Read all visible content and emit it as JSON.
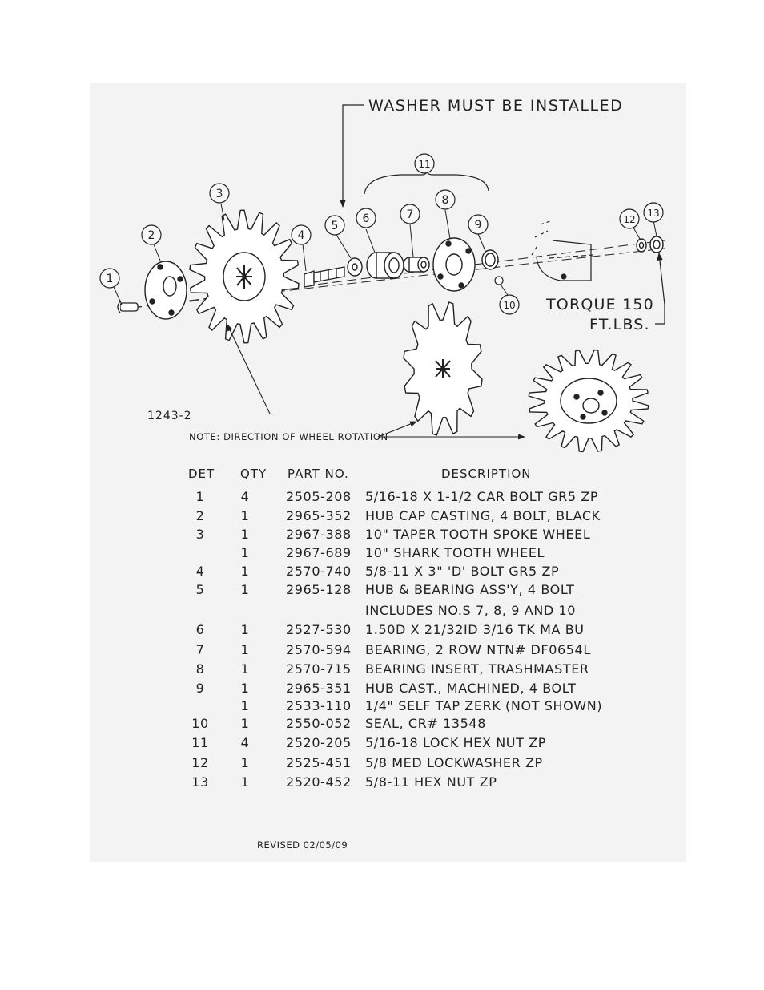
{
  "drawing": {
    "washer_note": "WASHER MUST BE INSTALLED",
    "torque_line1": "TORQUE 150",
    "torque_line2": "FT.LBS.",
    "drawing_number": "1243-2",
    "rotation_note": "NOTE: DIRECTION OF WHEEL ROTATION",
    "callouts": [
      "1",
      "2",
      "3",
      "4",
      "5",
      "6",
      "7",
      "8",
      "9",
      "10",
      "11",
      "12",
      "13"
    ]
  },
  "table": {
    "headers": {
      "det": "DET",
      "qty": "QTY",
      "part": "PART NO.",
      "desc": "DESCRIPTION"
    },
    "rows": [
      {
        "det": "1",
        "qty": "4",
        "part": "2505-208",
        "desc": "5/16-18 X 1-1/2 CAR BOLT GR5 ZP"
      },
      {
        "det": "2",
        "qty": "1",
        "part": "2965-352",
        "desc": "HUB CAP CASTING, 4 BOLT, BLACK"
      },
      {
        "det": "3",
        "qty": "1",
        "part": "2967-388",
        "desc": "10\" TAPER TOOTH SPOKE WHEEL"
      },
      {
        "det": "",
        "qty": "1",
        "part": "2967-689",
        "desc": "10\" SHARK TOOTH WHEEL"
      },
      {
        "det": "4",
        "qty": "1",
        "part": "2570-740",
        "desc": "5/8-11 X 3\" 'D' BOLT GR5 ZP"
      },
      {
        "det": "5",
        "qty": "1",
        "part": "2965-128",
        "desc": "HUB & BEARING ASS'Y, 4 BOLT"
      },
      {
        "det": "",
        "qty": "",
        "part": "",
        "desc": "INCLUDES NO.S 7, 8, 9 AND 10"
      },
      {
        "det": "6",
        "qty": "1",
        "part": "2527-530",
        "desc": "1.50D X 21/32ID 3/16 TK MA BU"
      },
      {
        "det": "7",
        "qty": "1",
        "part": "2570-594",
        "desc": "BEARING, 2 ROW NTN# DF0654L"
      },
      {
        "det": "8",
        "qty": "1",
        "part": "2570-715",
        "desc": "BEARING INSERT, TRASHMASTER"
      },
      {
        "det": "9",
        "qty": "1",
        "part": "2965-351",
        "desc": "HUB CAST., MACHINED, 4 BOLT"
      },
      {
        "det": "",
        "qty": "1",
        "part": "2533-110",
        "desc": "1/4\" SELF TAP ZERK (NOT SHOWN)"
      },
      {
        "det": "10",
        "qty": "1",
        "part": "2550-052",
        "desc": "SEAL, CR# 13548"
      },
      {
        "det": "11",
        "qty": "4",
        "part": "2520-205",
        "desc": "5/16-18 LOCK HEX NUT ZP"
      },
      {
        "det": "12",
        "qty": "1",
        "part": "2525-451",
        "desc": "5/8 MED LOCKWASHER ZP"
      },
      {
        "det": "13",
        "qty": "1",
        "part": "2520-452",
        "desc": "5/8-11 HEX NUT ZP"
      }
    ]
  },
  "revised": "REVISED 02/05/09"
}
